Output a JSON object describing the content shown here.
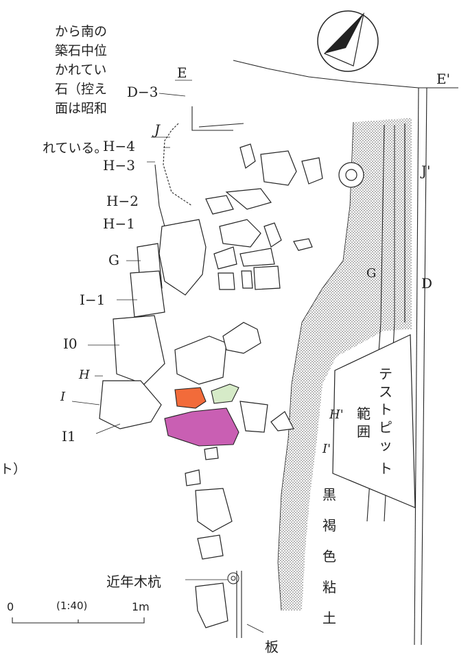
{
  "intro_text": {
    "lines": [
      "から南の",
      "築石中位",
      "かれてい",
      "石（控え",
      "面は昭和",
      "れている。"
    ]
  },
  "left_edge_text": "ト）",
  "section_labels": {
    "E": "E",
    "E_prime": "E'",
    "J": "J",
    "J_prime": "J'",
    "D": "D",
    "G_mid": "G",
    "H_prime": "H'",
    "I_prime": "I'"
  },
  "stone_labels": {
    "D3": "D−3",
    "H4": "H−4",
    "H3": "H−3",
    "H2": "H−2",
    "H1": "H−1",
    "G": "G",
    "I_1": "I−1",
    "I0": "I0",
    "H": "H",
    "I": "I",
    "I1": "I1"
  },
  "test_pit_label": [
    "テ",
    "ス",
    "ト",
    "ピ",
    "ッ",
    "ト"
  ],
  "test_pit_label2": [
    "範",
    "囲"
  ],
  "soil_label": [
    "黒",
    "褐",
    "色",
    "粘",
    "土"
  ],
  "stake_label": "近年木杭",
  "board_label": "板",
  "scale": {
    "zero": "0",
    "ratio": "(1:40)",
    "end": "1m"
  },
  "colors": {
    "orange": "#f26b3a",
    "green": "#d6ebc8",
    "magenta": "#c95fb3",
    "stipple": "#555555"
  }
}
